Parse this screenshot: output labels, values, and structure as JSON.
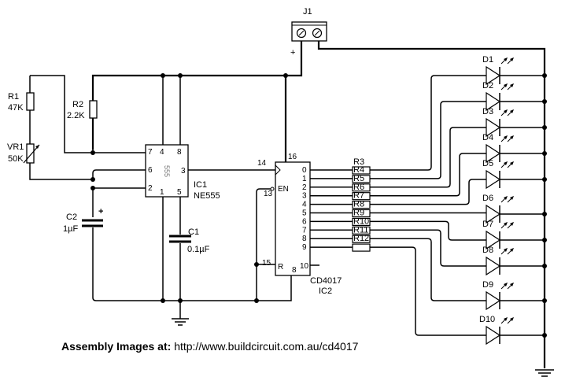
{
  "components": {
    "j1": {
      "label": "J1",
      "plus": "+"
    },
    "r1": {
      "name": "R1",
      "value": "47K"
    },
    "r2": {
      "name": "R2",
      "value": "2.2K"
    },
    "vr1": {
      "name": "VR1",
      "value": "50K"
    },
    "c1": {
      "name": "C1",
      "value": "0.1µF"
    },
    "c2": {
      "name": "C2",
      "value": "1µF",
      "polarity": "+"
    },
    "ic1": {
      "name": "IC1",
      "part": "NE555",
      "chip_text": "555",
      "pins": {
        "p7": "7",
        "p6": "6",
        "p2": "2",
        "p4": "4",
        "p8": "8",
        "p1": "1",
        "p5": "5",
        "p3": "3"
      }
    },
    "ic2": {
      "name": "IC2",
      "part": "CD4017",
      "pins": {
        "p14": "14",
        "p16": "16",
        "p13": "13",
        "p15": "15",
        "p8": "8",
        "en": "EN",
        "r": "R",
        "p10": "10"
      },
      "outputs": [
        "0",
        "1",
        "2",
        "3",
        "4",
        "5",
        "6",
        "7",
        "8",
        "9"
      ]
    },
    "resistors": [
      "R3",
      "R4",
      "R5",
      "R6",
      "R7",
      "R8",
      "R9",
      "R10",
      "R11",
      "R12"
    ],
    "leds": [
      "D1",
      "D2",
      "D3",
      "D4",
      "D5",
      "D6",
      "D7",
      "D8",
      "D9",
      "D10"
    ]
  },
  "footer": {
    "bold": "Assembly Images at:",
    "url": "http://www.buildcircuit.com.au/cd4017"
  }
}
